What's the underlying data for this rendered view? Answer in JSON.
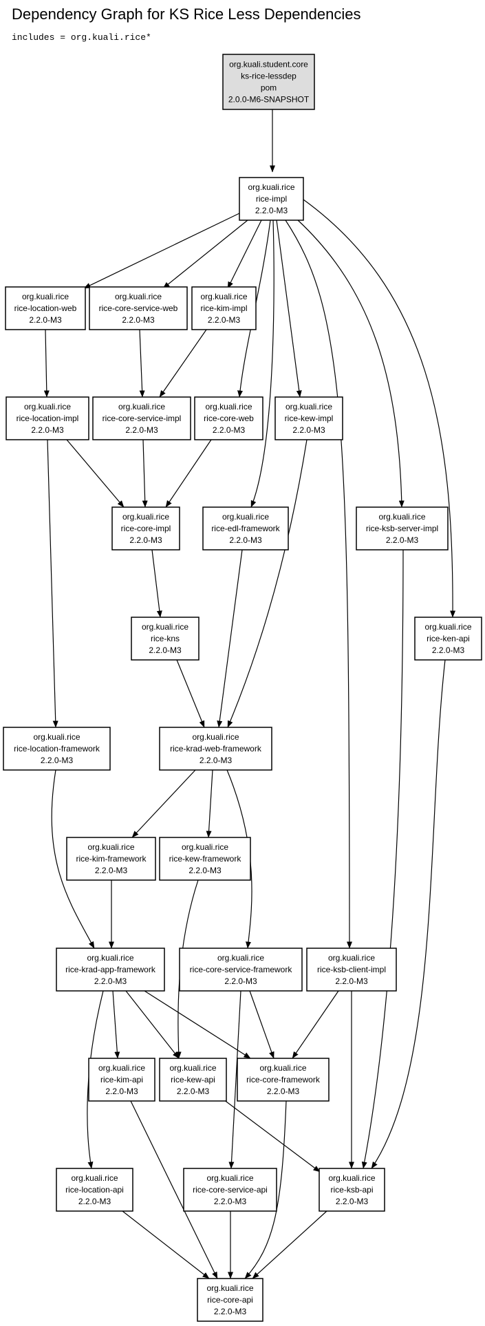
{
  "page": {
    "title": "Dependency Graph for KS Rice Less Dependencies",
    "filter": "includes = org.kuali.rice*"
  },
  "graph": {
    "nodes": [
      {
        "id": "root",
        "lines": [
          "org.kuali.student.core",
          "ks-rice-lessdep",
          "pom",
          "2.0.0-M6-SNAPSHOT"
        ],
        "root": true
      },
      {
        "id": "rice-impl",
        "lines": [
          "org.kuali.rice",
          "rice-impl",
          "2.2.0-M3"
        ]
      },
      {
        "id": "rice-location-web",
        "lines": [
          "org.kuali.rice",
          "rice-location-web",
          "2.2.0-M3"
        ]
      },
      {
        "id": "rice-core-service-web",
        "lines": [
          "org.kuali.rice",
          "rice-core-service-web",
          "2.2.0-M3"
        ]
      },
      {
        "id": "rice-kim-impl",
        "lines": [
          "org.kuali.rice",
          "rice-kim-impl",
          "2.2.0-M3"
        ]
      },
      {
        "id": "rice-location-impl",
        "lines": [
          "org.kuali.rice",
          "rice-location-impl",
          "2.2.0-M3"
        ]
      },
      {
        "id": "rice-core-service-impl",
        "lines": [
          "org.kuali.rice",
          "rice-core-service-impl",
          "2.2.0-M3"
        ]
      },
      {
        "id": "rice-core-web",
        "lines": [
          "org.kuali.rice",
          "rice-core-web",
          "2.2.0-M3"
        ]
      },
      {
        "id": "rice-kew-impl",
        "lines": [
          "org.kuali.rice",
          "rice-kew-impl",
          "2.2.0-M3"
        ]
      },
      {
        "id": "rice-core-impl",
        "lines": [
          "org.kuali.rice",
          "rice-core-impl",
          "2.2.0-M3"
        ]
      },
      {
        "id": "rice-edl-framework",
        "lines": [
          "org.kuali.rice",
          "rice-edl-framework",
          "2.2.0-M3"
        ]
      },
      {
        "id": "rice-ksb-server-impl",
        "lines": [
          "org.kuali.rice",
          "rice-ksb-server-impl",
          "2.2.0-M3"
        ]
      },
      {
        "id": "rice-kns",
        "lines": [
          "org.kuali.rice",
          "rice-kns",
          "2.2.0-M3"
        ]
      },
      {
        "id": "rice-ken-api",
        "lines": [
          "org.kuali.rice",
          "rice-ken-api",
          "2.2.0-M3"
        ]
      },
      {
        "id": "rice-location-framework",
        "lines": [
          "org.kuali.rice",
          "rice-location-framework",
          "2.2.0-M3"
        ]
      },
      {
        "id": "rice-krad-web-framework",
        "lines": [
          "org.kuali.rice",
          "rice-krad-web-framework",
          "2.2.0-M3"
        ]
      },
      {
        "id": "rice-kim-framework",
        "lines": [
          "org.kuali.rice",
          "rice-kim-framework",
          "2.2.0-M3"
        ]
      },
      {
        "id": "rice-kew-framework",
        "lines": [
          "org.kuali.rice",
          "rice-kew-framework",
          "2.2.0-M3"
        ]
      },
      {
        "id": "rice-krad-app-framework",
        "lines": [
          "org.kuali.rice",
          "rice-krad-app-framework",
          "2.2.0-M3"
        ]
      },
      {
        "id": "rice-core-service-framework",
        "lines": [
          "org.kuali.rice",
          "rice-core-service-framework",
          "2.2.0-M3"
        ]
      },
      {
        "id": "rice-ksb-client-impl",
        "lines": [
          "org.kuali.rice",
          "rice-ksb-client-impl",
          "2.2.0-M3"
        ]
      },
      {
        "id": "rice-kim-api",
        "lines": [
          "org.kuali.rice",
          "rice-kim-api",
          "2.2.0-M3"
        ]
      },
      {
        "id": "rice-kew-api",
        "lines": [
          "org.kuali.rice",
          "rice-kew-api",
          "2.2.0-M3"
        ]
      },
      {
        "id": "rice-core-framework",
        "lines": [
          "org.kuali.rice",
          "rice-core-framework",
          "2.2.0-M3"
        ]
      },
      {
        "id": "rice-location-api",
        "lines": [
          "org.kuali.rice",
          "rice-location-api",
          "2.2.0-M3"
        ]
      },
      {
        "id": "rice-core-service-api",
        "lines": [
          "org.kuali.rice",
          "rice-core-service-api",
          "2.2.0-M3"
        ]
      },
      {
        "id": "rice-ksb-api",
        "lines": [
          "org.kuali.rice",
          "rice-ksb-api",
          "2.2.0-M3"
        ]
      },
      {
        "id": "rice-core-api",
        "lines": [
          "org.kuali.rice",
          "rice-core-api",
          "2.2.0-M3"
        ]
      }
    ],
    "edges": [
      [
        "root",
        "rice-impl"
      ],
      [
        "rice-impl",
        "rice-location-web"
      ],
      [
        "rice-impl",
        "rice-core-service-web"
      ],
      [
        "rice-impl",
        "rice-kim-impl"
      ],
      [
        "rice-impl",
        "rice-core-web"
      ],
      [
        "rice-impl",
        "rice-kew-impl"
      ],
      [
        "rice-impl",
        "rice-edl-framework"
      ],
      [
        "rice-impl",
        "rice-ksb-client-impl"
      ],
      [
        "rice-impl",
        "rice-ksb-server-impl"
      ],
      [
        "rice-impl",
        "rice-ken-api"
      ],
      [
        "rice-location-web",
        "rice-location-impl"
      ],
      [
        "rice-core-service-web",
        "rice-core-service-impl"
      ],
      [
        "rice-kim-impl",
        "rice-core-service-impl"
      ],
      [
        "rice-location-impl",
        "rice-core-impl"
      ],
      [
        "rice-location-impl",
        "rice-location-framework"
      ],
      [
        "rice-core-service-impl",
        "rice-core-impl"
      ],
      [
        "rice-core-web",
        "rice-core-impl"
      ],
      [
        "rice-kew-impl",
        "rice-krad-web-framework"
      ],
      [
        "rice-core-impl",
        "rice-kns"
      ],
      [
        "rice-edl-framework",
        "rice-krad-web-framework"
      ],
      [
        "rice-kns",
        "rice-krad-web-framework"
      ],
      [
        "rice-ksb-server-impl",
        "rice-ksb-api"
      ],
      [
        "rice-ken-api",
        "rice-ksb-api"
      ],
      [
        "rice-location-framework",
        "rice-krad-app-framework"
      ],
      [
        "rice-krad-web-framework",
        "rice-kim-framework"
      ],
      [
        "rice-krad-web-framework",
        "rice-kew-framework"
      ],
      [
        "rice-krad-web-framework",
        "rice-core-service-framework"
      ],
      [
        "rice-kim-framework",
        "rice-krad-app-framework"
      ],
      [
        "rice-kew-framework",
        "rice-kew-api"
      ],
      [
        "rice-krad-app-framework",
        "rice-kim-api"
      ],
      [
        "rice-krad-app-framework",
        "rice-kew-api"
      ],
      [
        "rice-krad-app-framework",
        "rice-core-framework"
      ],
      [
        "rice-krad-app-framework",
        "rice-location-api"
      ],
      [
        "rice-core-service-framework",
        "rice-core-framework"
      ],
      [
        "rice-core-service-framework",
        "rice-core-service-api"
      ],
      [
        "rice-ksb-client-impl",
        "rice-core-framework"
      ],
      [
        "rice-ksb-client-impl",
        "rice-ksb-api"
      ],
      [
        "rice-kim-api",
        "rice-core-api"
      ],
      [
        "rice-kew-api",
        "rice-ksb-api"
      ],
      [
        "rice-core-framework",
        "rice-core-api"
      ],
      [
        "rice-location-api",
        "rice-core-api"
      ],
      [
        "rice-core-service-api",
        "rice-core-api"
      ],
      [
        "rice-ksb-api",
        "rice-core-api"
      ]
    ]
  },
  "colors": {
    "root_fill": "#dddddd",
    "node_fill": "#ffffff",
    "stroke": "#000000"
  }
}
